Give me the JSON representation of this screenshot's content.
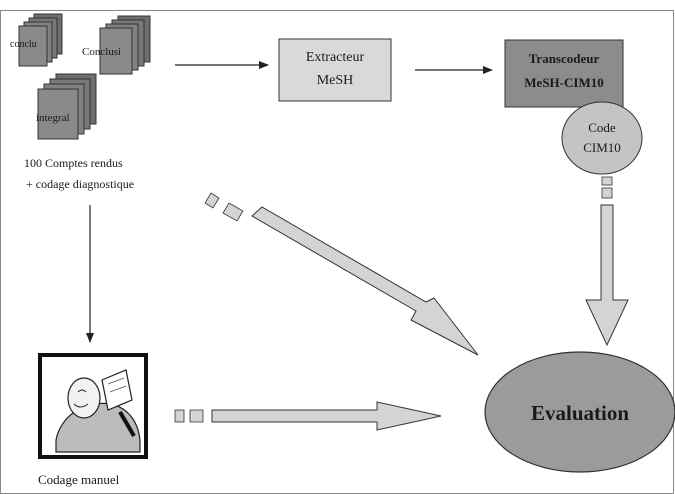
{
  "documents": {
    "labels": [
      "conclu",
      "Conclusi",
      "integral"
    ],
    "caption_line1": "100 Comptes rendus",
    "caption_line2": "+ codage diagnostique"
  },
  "extracteur": {
    "line1": "Extracteur",
    "line2": "MeSH"
  },
  "transcodeur": {
    "line1": "Transcodeur",
    "line2": "MeSH-CIM10"
  },
  "code": {
    "line1": "Code",
    "line2": "CIM10"
  },
  "evaluation": {
    "label": "Evaluation"
  },
  "manual": {
    "caption": "Codage manuel"
  },
  "colors": {
    "page_border": "#888888",
    "doc_fill": "#7f7f7f",
    "extracteur_fill": "#d9d9d9",
    "transcodeur_fill": "#8c8c8c",
    "code_fill": "#c4c4c4",
    "evaluation_fill": "#9b9b9b",
    "arrow_fill": "#d4d4d4"
  }
}
